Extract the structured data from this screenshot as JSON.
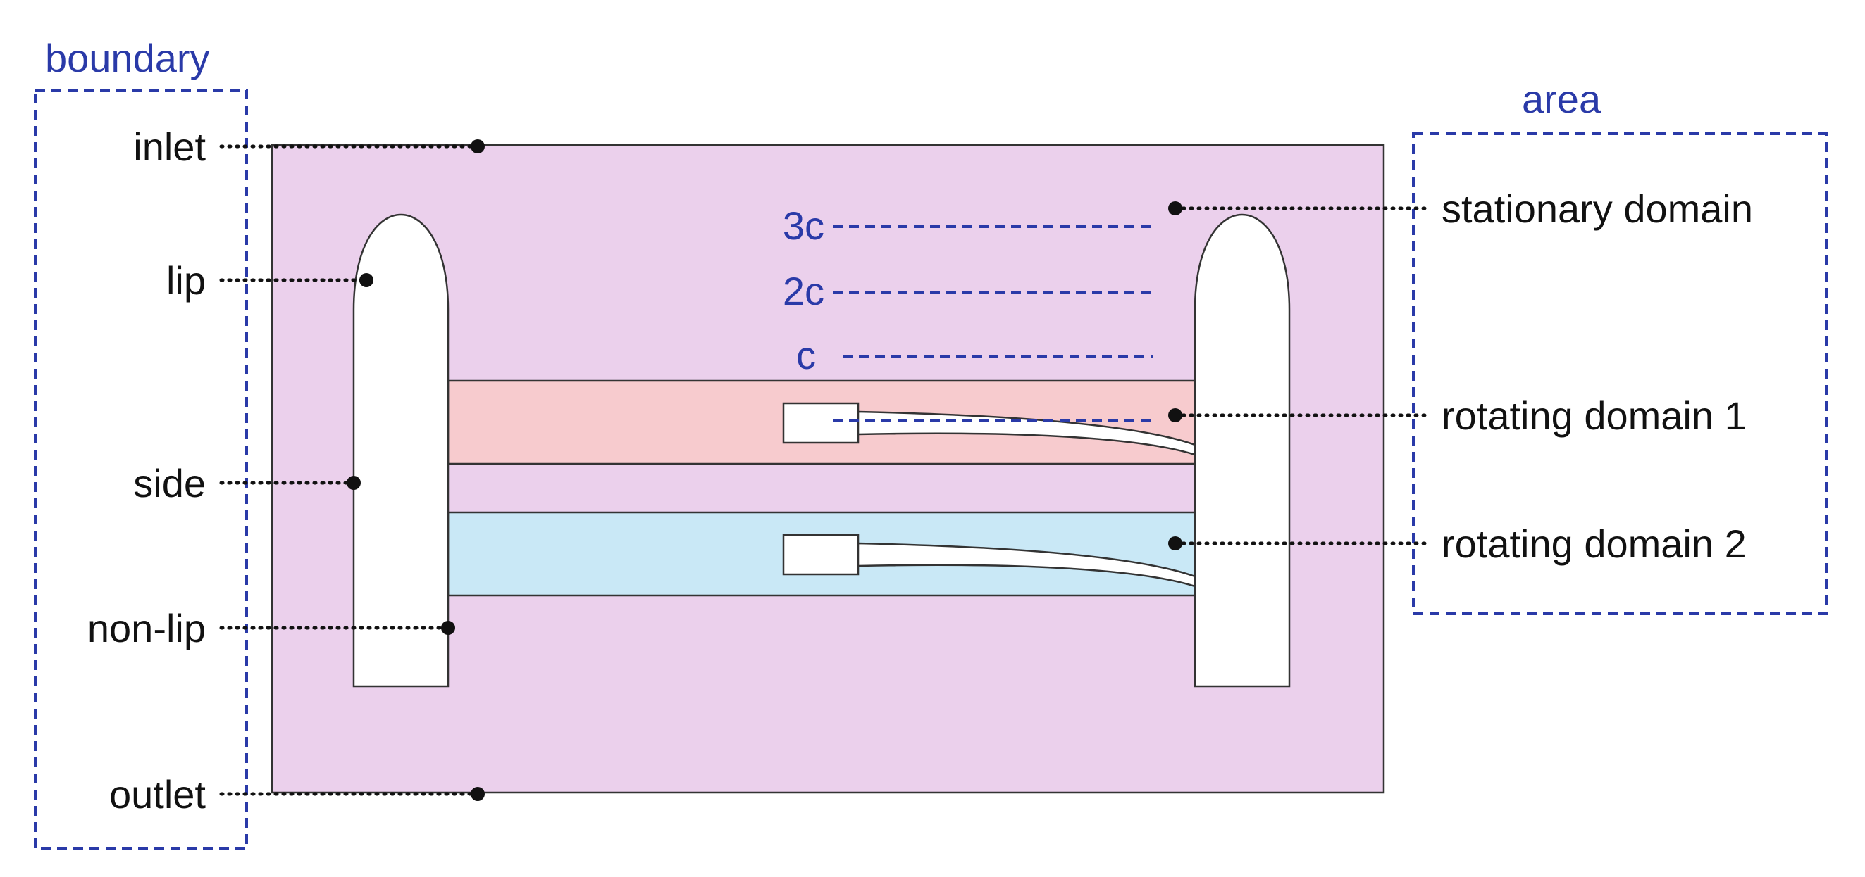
{
  "groups": {
    "boundary_title": "boundary",
    "area_title": "area"
  },
  "boundary_labels": {
    "inlet": "inlet",
    "lip": "lip",
    "side": "side",
    "non_lip": "non-lip",
    "outlet": "outlet"
  },
  "area_labels": {
    "stationary": "stationary domain",
    "rotating1": "rotating domain 1",
    "rotating2": "rotating domain 2"
  },
  "height_marks": {
    "c3": "3c",
    "c2": "2c",
    "c1": "c"
  },
  "colors": {
    "stationary_fill": "#ebd0ec",
    "rotating1_fill": "#f7cbce",
    "rotating2_fill": "#c9e8f6",
    "accent_blue": "#2a3aa8"
  }
}
